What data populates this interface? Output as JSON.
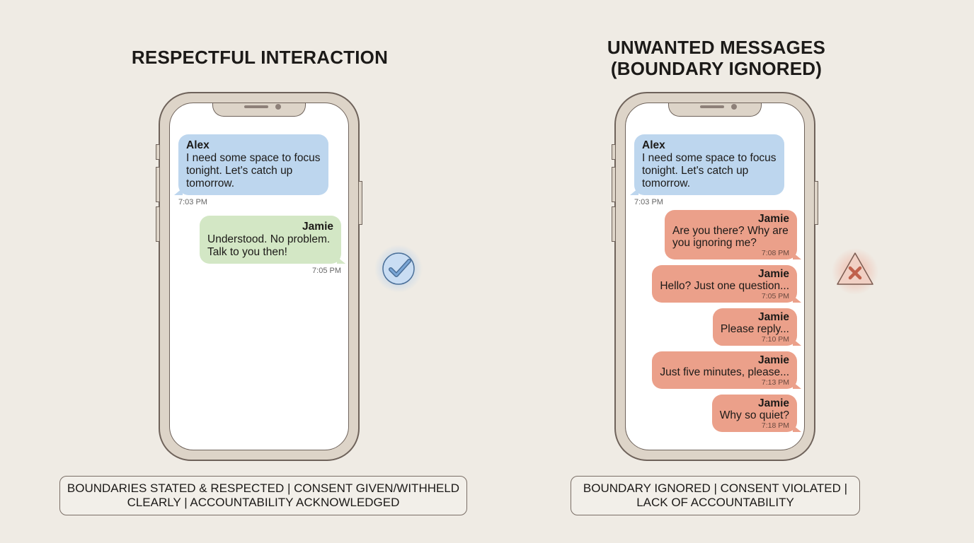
{
  "left": {
    "title": "RESPECTFUL INTERACTION",
    "messages": [
      {
        "sender": "Alex",
        "text": "I need some space to focus tonight. Let's catch up tomorrow.",
        "time": "7:03 PM"
      },
      {
        "sender": "Jamie",
        "text": "Understood. No problem. Talk to you then!",
        "time": "7:05 PM"
      }
    ],
    "status_icon": "checkmark-circle-icon",
    "caption_line1": "BOUNDARIES STATED & RESPECTED | CONSENT GIVEN/WITHHELD",
    "caption_line2": "CLEARLY | ACCOUNTABILITY ACKNOWLEDGED",
    "colors": {
      "sender_bubble": "#bdd6ee",
      "reply_bubble": "#d3e7c5",
      "icon": "#4a78b0"
    }
  },
  "right": {
    "title_line1": "UNWANTED MESSAGES",
    "title_line2": "(BOUNDARY IGNORED)",
    "messages": [
      {
        "sender": "Alex",
        "text": "I need some space to focus tonight. Let's catch up tomorrow.",
        "time": "7:03 PM"
      },
      {
        "sender": "Jamie",
        "text": "Are you there? Why are you ignoring me?",
        "time": "7:08 PM"
      },
      {
        "sender": "Jamie",
        "text": "Hello? Just one question...",
        "time": "7:05 PM"
      },
      {
        "sender": "Jamie",
        "text": "Please reply...",
        "time": "7:10 PM"
      },
      {
        "sender": "Jamie",
        "text": "Just five minutes, please...",
        "time": "7:13 PM"
      },
      {
        "sender": "Jamie",
        "text": "Why so quiet?",
        "time": "7:18 PM"
      }
    ],
    "status_icon": "warning-x-icon",
    "caption_line1": "BOUNDARY IGNORED | CONSENT VIOLATED |",
    "caption_line2": "LACK OF ACCOUNTABILITY",
    "colors": {
      "sender_bubble": "#bdd6ee",
      "reply_bubble": "#eba08a",
      "icon": "#c0614c"
    }
  }
}
